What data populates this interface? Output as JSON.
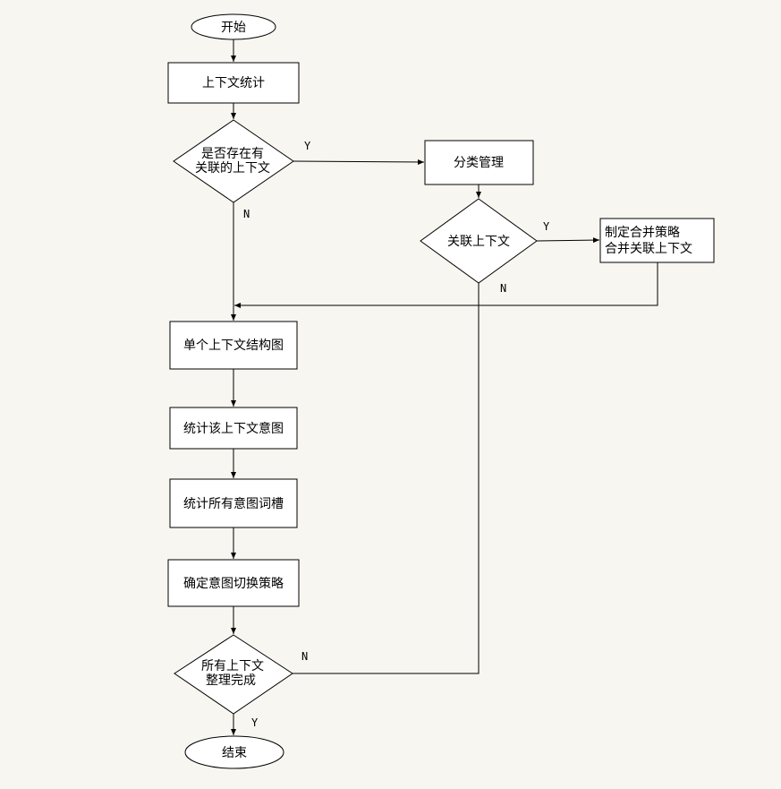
{
  "flowchart": {
    "nodes": {
      "start": "开始",
      "context_stats": "上下文统计",
      "has_related_line1": "是否存在有",
      "has_related_line2": "关联的上下文",
      "category_mgmt": "分类管理",
      "related_context": "关联上下文",
      "merge_line1": "制定合并策略",
      "merge_line2": "合并关联上下文",
      "single_structure": "单个上下文结构图",
      "context_intent": "统计该上下文意图",
      "all_intent_slots": "统计所有意图词槽",
      "intent_switch": "确定意图切换策略",
      "all_done_line1": "所有上下文",
      "all_done_line2": "整理完成",
      "end": "结束"
    },
    "branch_labels": {
      "has_related_yes": "Y",
      "has_related_no": "N",
      "related_yes": "Y",
      "related_no": "N",
      "all_done_no": "N",
      "all_done_yes": "Y"
    }
  }
}
